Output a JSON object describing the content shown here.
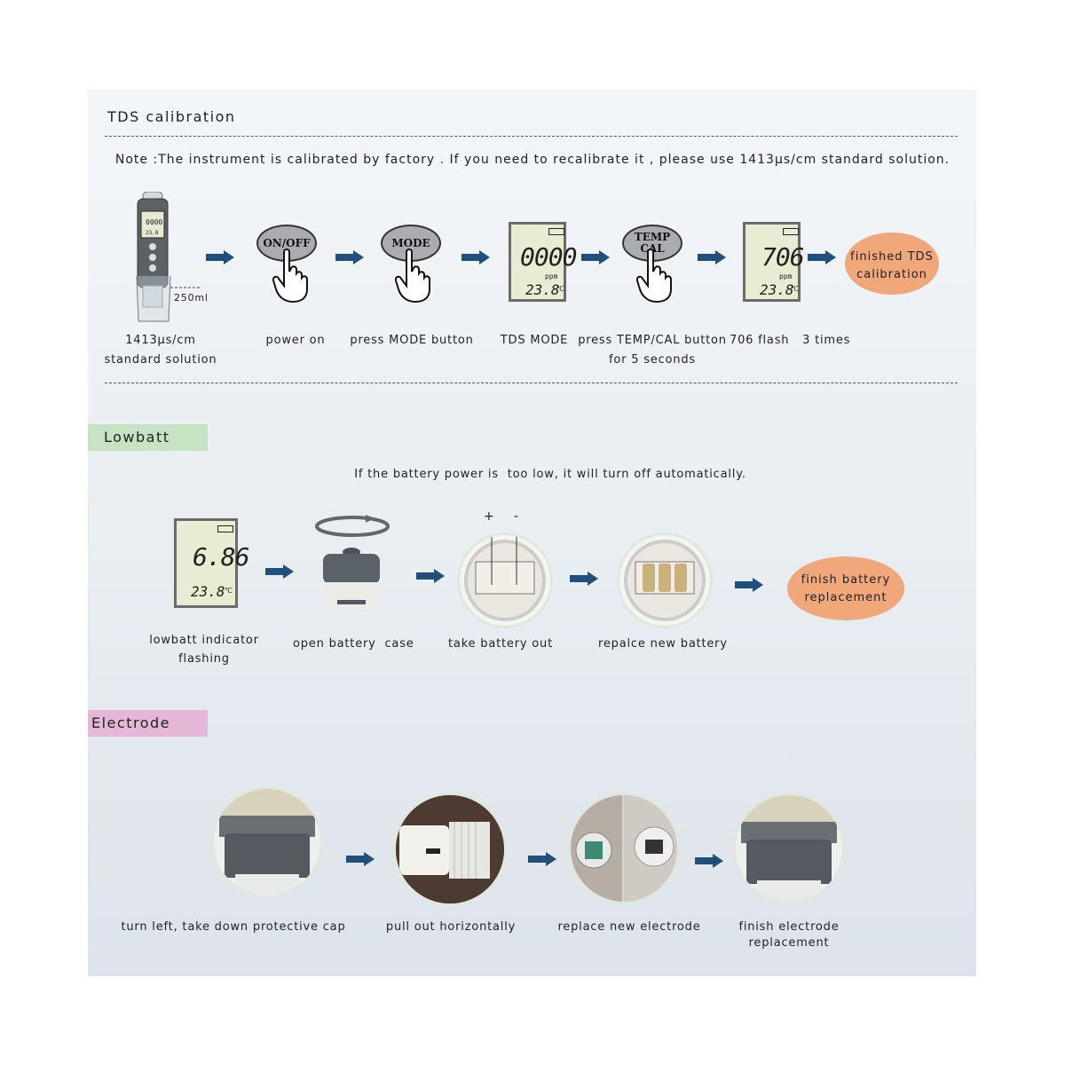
{
  "tds": {
    "title": "TDS calibration",
    "note": "Note :The instrument is calibrated by factory . If you need to recalibrate it , please use 1413μs/cm standard solution.",
    "beaker_label": "250ml",
    "steps": [
      {
        "line1": "1413μs/cm",
        "line2": "standard solution"
      },
      {
        "line1": "power on",
        "line2": ""
      },
      {
        "line1": "press MODE button",
        "line2": ""
      },
      {
        "line1": "TDS MODE",
        "line2": ""
      },
      {
        "line1": "press TEMP/CAL button",
        "line2": "for 5 seconds"
      },
      {
        "line1": "706 flash   3 times",
        "line2": ""
      }
    ],
    "buttons": {
      "onoff": "ON/OFF",
      "mode": "MODE",
      "temp": "TEMP",
      "cal": "CAL"
    },
    "lcd1": {
      "value": "0000",
      "unit": "ppm",
      "temp": "23.8",
      "temp_unit": "℃"
    },
    "lcd2": {
      "value": "706",
      "unit": "ppm",
      "temp": "23.8",
      "temp_unit": "℃"
    },
    "finish_line1": "finished TDS",
    "finish_line2": "calibration"
  },
  "lowbatt": {
    "tag": "Lowbatt",
    "tag_color": "#c7e3c4",
    "note": "If the battery power is  too low, it will turn off automatically.",
    "lcd": {
      "value": "6.86",
      "temp": "23.8",
      "temp_unit": "℃"
    },
    "plus": "+",
    "minus": "-",
    "steps": [
      {
        "line1": "lowbatt indicator",
        "line2": "flashing"
      },
      {
        "line1": "open battery  case",
        "line2": ""
      },
      {
        "line1": "take battery out",
        "line2": ""
      },
      {
        "line1": "repalce new battery",
        "line2": ""
      }
    ],
    "finish_line1": "finish battery",
    "finish_line2": "replacement"
  },
  "electrode": {
    "tag": "Electrode",
    "tag_color": "#e4b7d6",
    "steps": [
      {
        "line1": "turn left, take down protective cap",
        "line2": ""
      },
      {
        "line1": "pull out horizontally",
        "line2": ""
      },
      {
        "line1": "replace new electrode",
        "line2": ""
      },
      {
        "line1": "finish electrode",
        "line2": "replacement"
      }
    ]
  },
  "colors": {
    "arrow": "#1f4f7a",
    "finish": "#f0a77a"
  }
}
